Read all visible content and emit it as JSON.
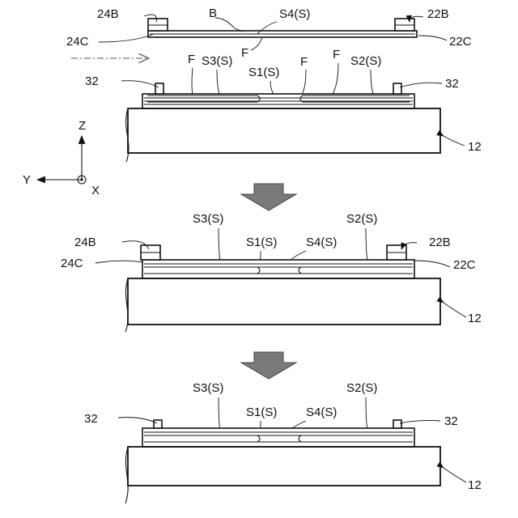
{
  "labels": {
    "b": "B",
    "s1": "S1(S)",
    "s2": "S2(S)",
    "s3": "S3(S)",
    "s4": "S4(S)",
    "f": "F",
    "n22b": "22B",
    "n22c": "22C",
    "n24b": "24B",
    "n24c": "24C",
    "n32": "32",
    "n12": "12",
    "axis_z": "Z",
    "axis_y": "Y",
    "axis_x": "X"
  },
  "colors": {
    "line": "#111111",
    "process_arrow": "#7a7a7a",
    "motion_arrow": "#777777"
  },
  "icons": {
    "process_arrow": "down-block-arrow",
    "motion_arrow": "dash-dot-right-arrow",
    "x_axis_symbol": "circle-dot"
  }
}
